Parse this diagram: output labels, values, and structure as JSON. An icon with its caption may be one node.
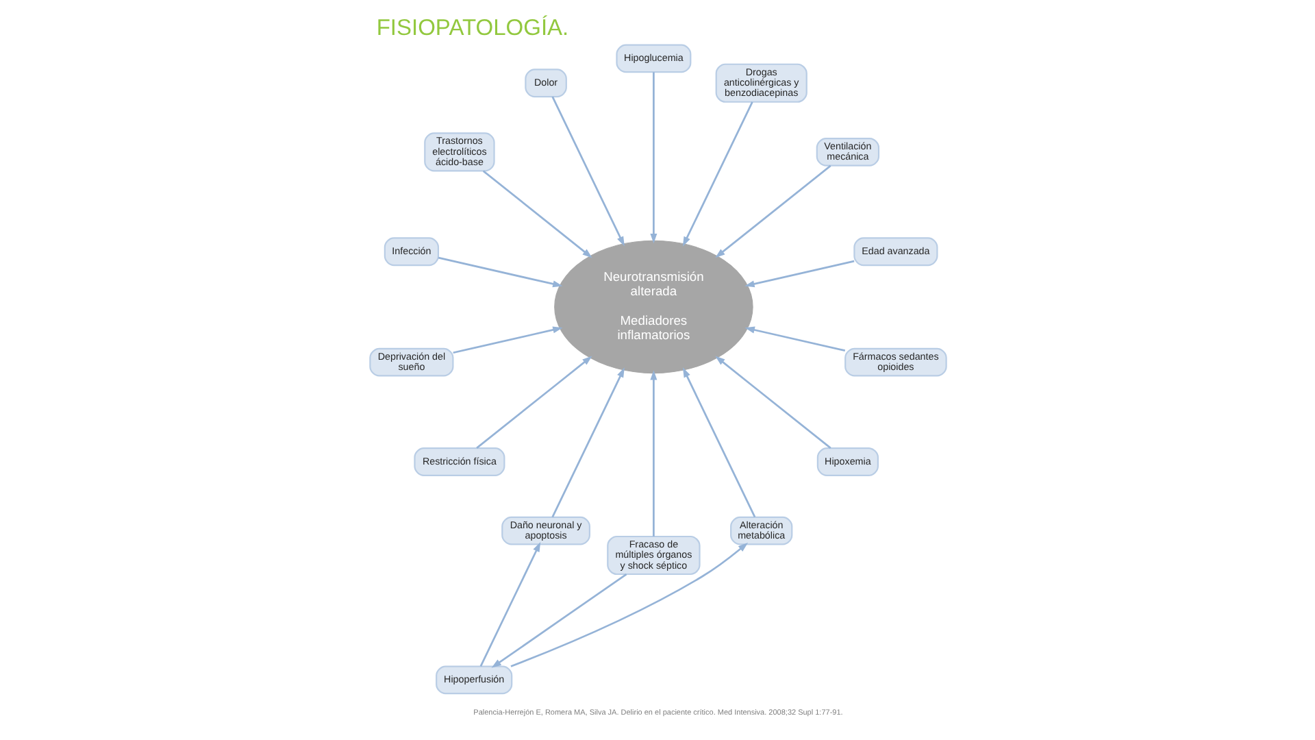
{
  "diagram": {
    "title": "FISIOPATOLOGÍA.",
    "nodes": [
      {
        "text": [
          "Neurotransmisión alterada",
          "Mediadores inflamatorios"
        ]
      },
      {
        "text": [
          "Edad avanzada"
        ]
      },
      {
        "text": [
          "Ventilación mecánica"
        ]
      },
      {
        "text": [
          "Drogas anticolinérgicas y benzodiacepinas"
        ]
      },
      {
        "text": [
          "Hipoglucemia"
        ]
      },
      {
        "text": [
          "Dolor"
        ]
      },
      {
        "text": [
          "Trastornos electrolíticos ácido-base"
        ]
      },
      {
        "text": [
          "Infección"
        ]
      },
      {
        "text": [
          "Deprivación del sueño"
        ]
      },
      {
        "text": [
          "Restricción física"
        ]
      },
      {
        "text": [
          "Daño neuronal y apoptosis"
        ]
      },
      {
        "text": [
          "Fracaso de múltiples órganos y shock séptico"
        ]
      },
      {
        "text": [
          "Hipoperfusión"
        ]
      },
      {
        "text": [
          "Alteración metabólica"
        ]
      },
      {
        "text": [
          "Hipoxemia"
        ]
      },
      {
        "text": [
          "Fármacos sedantes opioides"
        ]
      }
    ],
    "edges": [
      {
        "from": 1,
        "to": 0,
        "arrow": "to"
      },
      {
        "from": 2,
        "to": 0,
        "arrow": "to"
      },
      {
        "from": 3,
        "to": 0,
        "arrow": "to"
      },
      {
        "from": 4,
        "to": 0,
        "arrow": "to"
      },
      {
        "from": 5,
        "to": 0,
        "arrow": "to"
      },
      {
        "from": 6,
        "to": 0,
        "arrow": "to"
      },
      {
        "from": 7,
        "to": 0,
        "arrow": "to"
      },
      {
        "from": 8,
        "to": 0,
        "arrow": "to"
      },
      {
        "from": 9,
        "to": 0,
        "arrow": "to"
      },
      {
        "from": 10,
        "to": 0,
        "arrow": "to"
      },
      {
        "from": 11,
        "to": 0,
        "arrow": "to"
      },
      {
        "from": 11,
        "to": 12,
        "arrow": "to"
      },
      {
        "from": 12,
        "to": 10,
        "arrow": "to"
      },
      {
        "from": 12,
        "to": 13,
        "arrow": "to"
      },
      {
        "from": 13,
        "to": 0,
        "arrow": "to"
      },
      {
        "from": 14,
        "to": 0,
        "arrow": "to"
      },
      {
        "from": 15,
        "to": 0,
        "arrow": "to"
      }
    ],
    "labels": [
      "Palencia-Herrejón E, Romera MA, Silva JA. Delirio en el paciente crítico. Med Intensiva. 2008;32 Supl 1:77-91."
    ]
  }
}
